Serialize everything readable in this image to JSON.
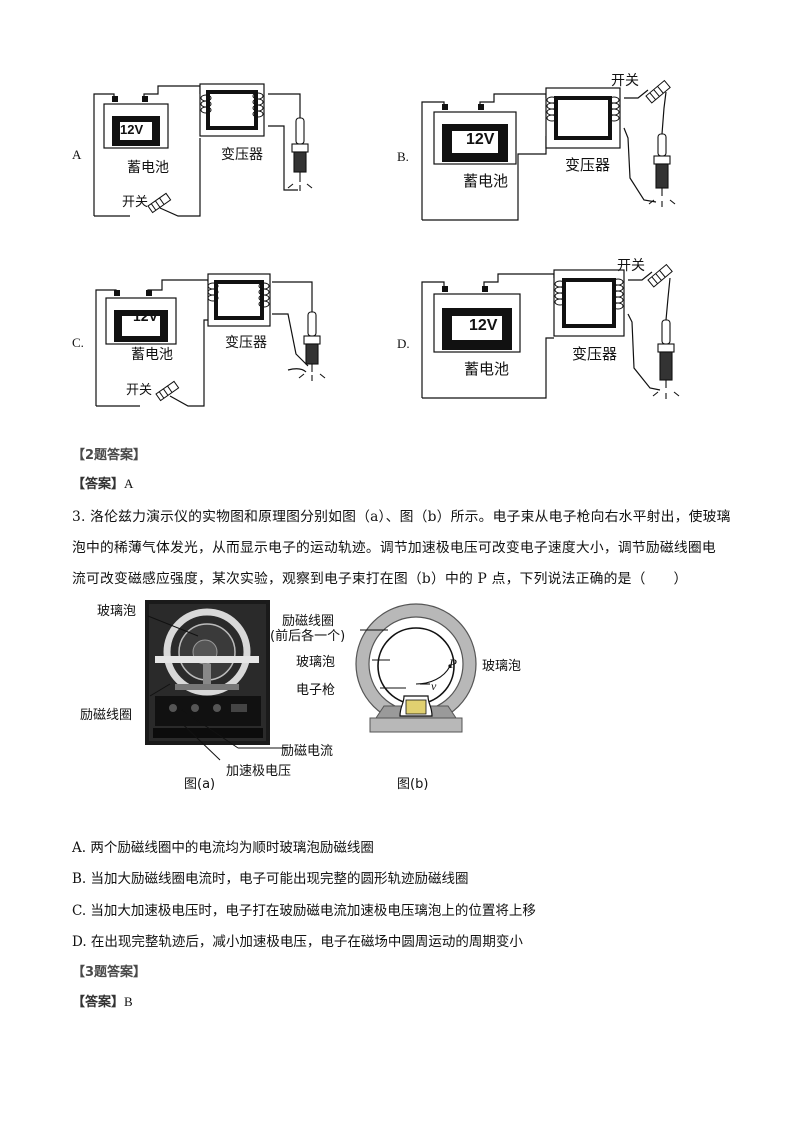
{
  "q2": {
    "options": [
      {
        "letter": "A",
        "battery": "12V",
        "battery_label": "蓄电池",
        "transformer_label": "变压器",
        "switch_label": "开关"
      },
      {
        "letter": "B.",
        "battery": "12V",
        "battery_label": "蓄电池",
        "transformer_label": "变压器",
        "switch_label": "开关"
      },
      {
        "letter": "C.",
        "battery": "12V",
        "battery_label": "蓄电池",
        "transformer_label": "变压器",
        "switch_label": "开关"
      },
      {
        "letter": "D.",
        "battery": "12V",
        "battery_label": "蓄电池",
        "transformer_label": "变压器",
        "switch_label": "开关"
      }
    ],
    "answer_header": "【2题答案】",
    "answer_label": "【答案】",
    "answer_value": "A"
  },
  "q3": {
    "stem_line1": "3. 洛伦兹力演示仪的实物图和原理图分别如图（a）、图（b）所示。电子束从电子枪向右水平射出，使玻璃",
    "stem_line2": "泡中的稀薄气体发光，从而显示电子的运动轨迹。调节加速极电压可改变电子速度大小，调节励磁线圈电",
    "stem_line3": "流可改变磁感应强度，某次实验，观察到电子束打在图（b）中的 P 点，下列说法正确的是（　　）",
    "fig_a": {
      "label_bulb": "玻璃泡",
      "label_coil": "励磁线圈",
      "label_current": "励磁电流",
      "label_voltage": "加速极电压",
      "caption": "图(a)"
    },
    "fig_b": {
      "label_coil": "励磁线圈",
      "label_coil_note": "(前后各一个)",
      "label_bulb_left": "玻璃泡",
      "label_bulb_right": "玻璃泡",
      "label_gun": "电子枪",
      "label_p": "P",
      "label_v": "v",
      "caption": "图(b)"
    },
    "options": [
      "A.  两个励磁线圈中的电流均为顺时玻璃泡励磁线圈",
      "B.  当加大励磁线圈电流时，电子可能出现完整的圆形轨迹励磁线圈",
      "C.  当加大加速极电压时，电子打在玻励磁电流加速极电压璃泡上的位置将上移",
      "D.  在出现完整轨迹后，减小加速极电压，电子在磁场中圆周运动的周期变小"
    ],
    "answer_header": "【3题答案】",
    "answer_label": "【答案】",
    "answer_value": "B"
  }
}
